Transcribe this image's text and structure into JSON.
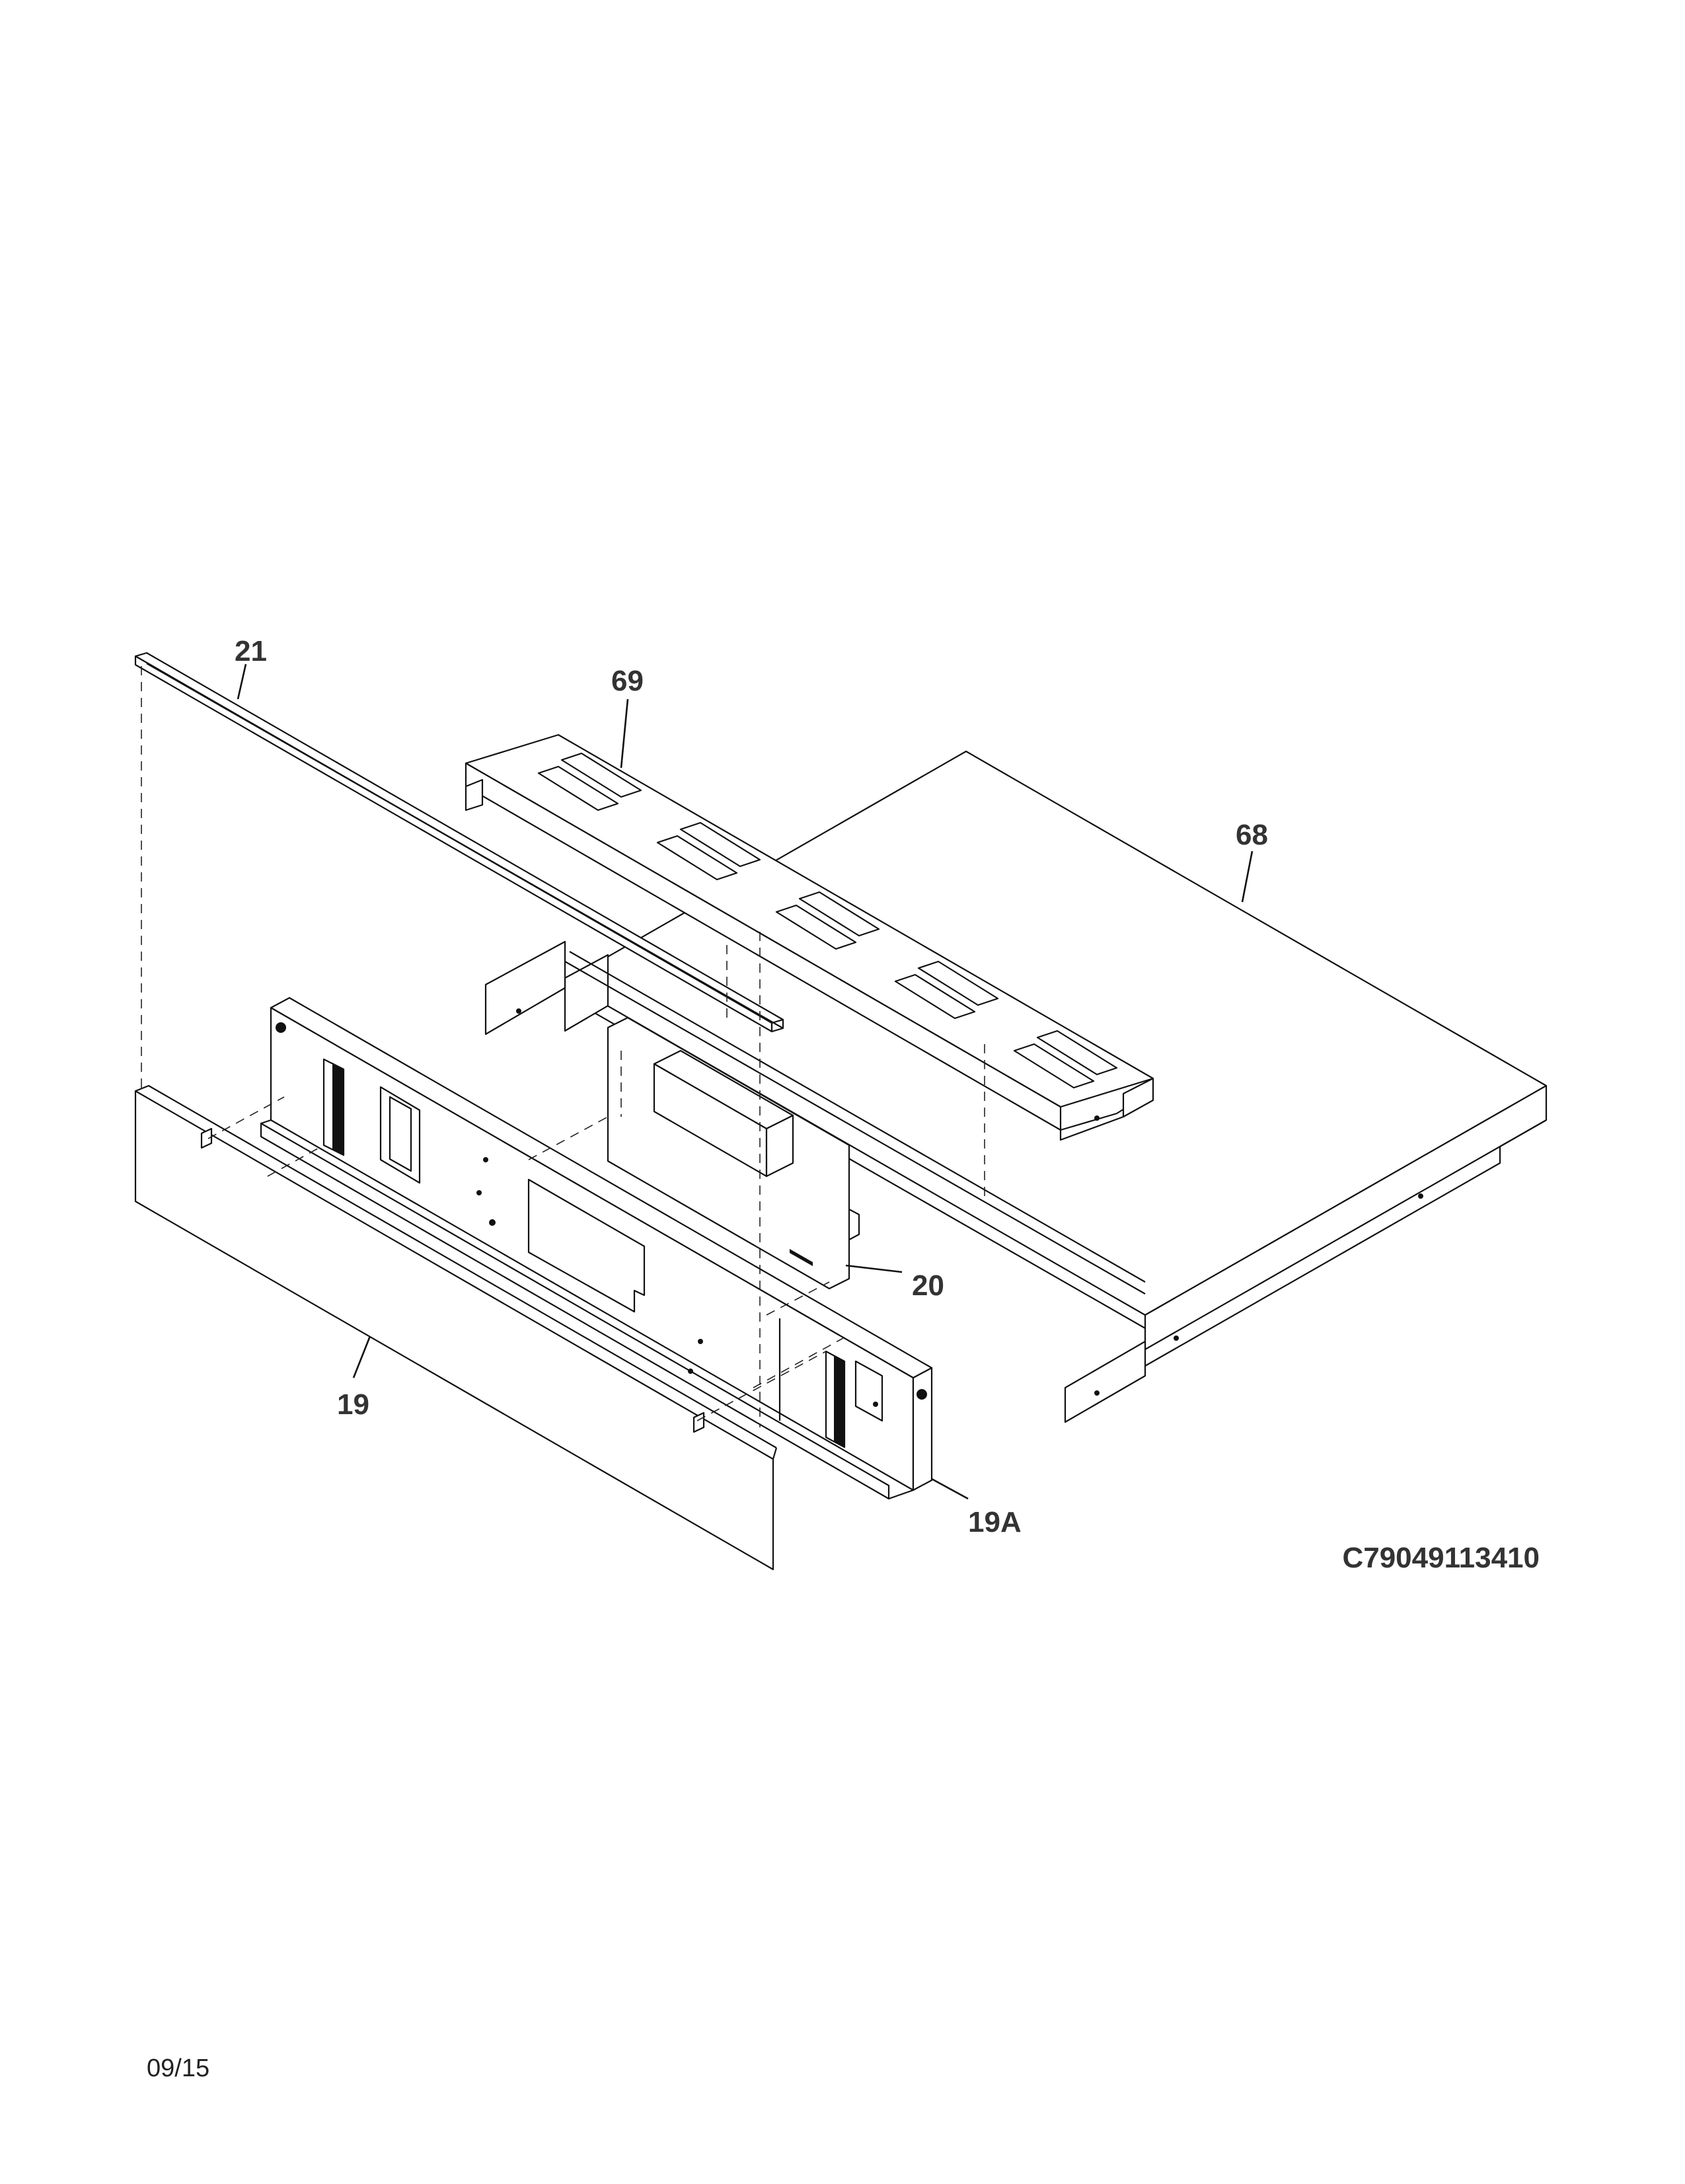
{
  "diagram": {
    "part_labels": {
      "p21": "21",
      "p69": "69",
      "p68": "68",
      "p20": "20",
      "p19": "19",
      "p19a": "19A"
    },
    "drawing_code": "C79049113410",
    "revision_date": "09/15"
  }
}
